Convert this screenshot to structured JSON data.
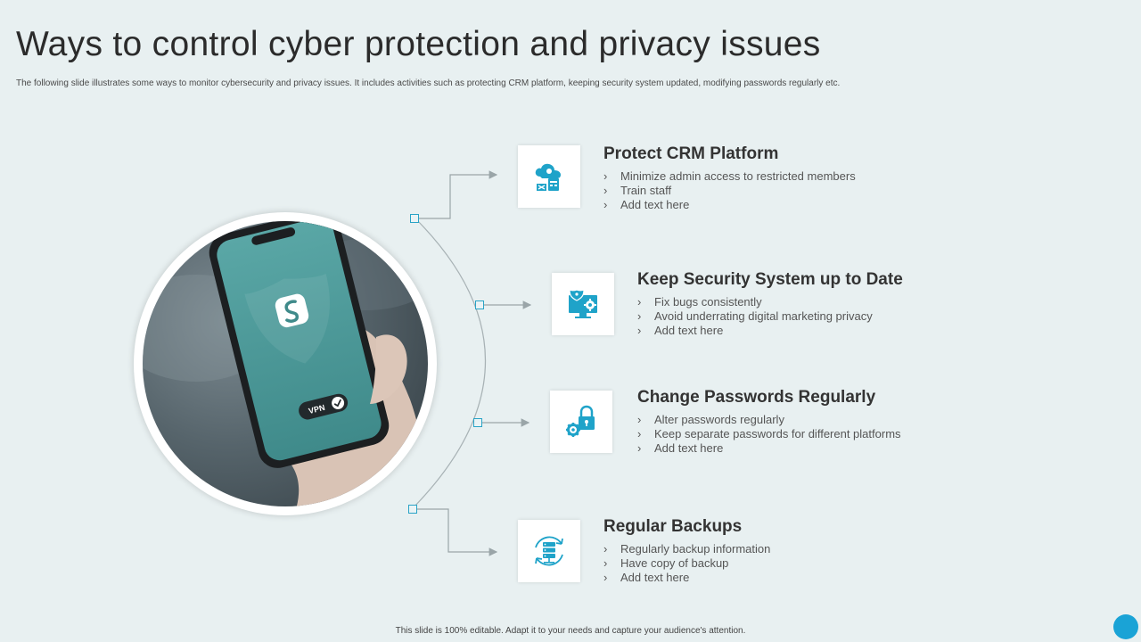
{
  "slide": {
    "title": "Ways to control cyber protection and privacy issues",
    "subtitle": "The following slide illustrates some ways to monitor cybersecurity and privacy issues. It includes activities such as protecting CRM  platform, keeping security system updated, modifying passwords regularly etc.",
    "footer": "This slide is 100% editable. Adapt it to your needs and capture your audience's attention."
  },
  "photo": {
    "badge": "VPN"
  },
  "items": [
    {
      "title": "Protect CRM Platform",
      "icon": "cloud-server-icon",
      "bullets": [
        "Minimize admin access to restricted members",
        "Train  staff",
        "Add text here"
      ]
    },
    {
      "title": "Keep Security System up to Date",
      "icon": "shield-monitor-gear-icon",
      "bullets": [
        "Fix bugs consistently",
        "Avoid  underrating  digital  marketing privacy",
        "Add text here"
      ]
    },
    {
      "title": "Change Passwords Regularly",
      "icon": "gear-padlock-icon",
      "bullets": [
        "Alter passwords regularly",
        "Keep separate  passwords for different  platforms",
        "Add text here"
      ]
    },
    {
      "title": "Regular Backups",
      "icon": "backup-sync-icon",
      "bullets": [
        "Regularly  backup information",
        "Have  copy of backup",
        "Add text here"
      ]
    }
  ],
  "colors": {
    "background": "#e8f0f1",
    "accent": "#1aa3d6",
    "node_border": "#29a3c6",
    "connector": "#9aa5a8"
  }
}
